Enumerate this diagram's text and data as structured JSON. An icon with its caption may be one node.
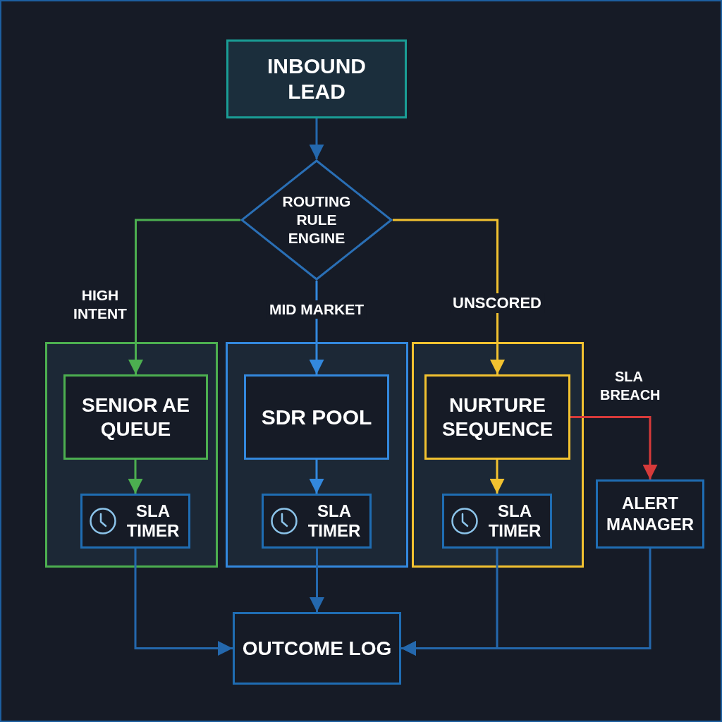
{
  "diagram": {
    "nodes": [
      {
        "text": [
          "INBOUND LEAD"
        ]
      },
      {
        "text": [
          "ROUTING RULE ENGINE"
        ]
      },
      {
        "text": [],
        "shape": "box"
      },
      {
        "text": [
          "SENIOR AE QUEUE"
        ],
        "in": 2
      },
      {
        "text": [
          "SLA TIMER"
        ],
        "in": 2
      },
      {
        "text": [],
        "shape": "box"
      },
      {
        "text": [
          "SDR POOL"
        ],
        "in": 5
      },
      {
        "text": [
          "SLA TIMER"
        ],
        "in": 5
      },
      {
        "text": [],
        "shape": "box"
      },
      {
        "text": [
          "NURTURE SEQUENCE"
        ],
        "in": 8
      },
      {
        "text": [
          "SLA TIMER"
        ],
        "in": 8
      },
      {
        "text": [
          "ALERT MANAGER"
        ]
      },
      {
        "text": [
          "OUTCOME LOG"
        ]
      }
    ],
    "edges": [
      {
        "from": 0,
        "to": 1,
        "arrow": "to"
      },
      {
        "from": 1,
        "to": 3,
        "arrow": "to",
        "label": "HIGH INTENT",
        "color": "#4caf50"
      },
      {
        "from": 1,
        "to": 6,
        "arrow": "to",
        "label": "MID MARKET",
        "color": "#3388dd"
      },
      {
        "from": 1,
        "to": 9,
        "arrow": "to",
        "label": "UNSCORED",
        "color": "#f2c230"
      },
      {
        "from": 3,
        "to": 4,
        "arrow": "to",
        "color": "#4caf50"
      },
      {
        "from": 6,
        "to": 7,
        "arrow": "to",
        "color": "#3388dd"
      },
      {
        "from": 9,
        "to": 10,
        "arrow": "to",
        "color": "#f2c230"
      },
      {
        "from": 9,
        "to": 11,
        "arrow": "to",
        "label": "SLA BREACH",
        "color": "#d63a3a"
      },
      {
        "from": 4,
        "to": 12,
        "arrow": "to"
      },
      {
        "from": 7,
        "to": 12,
        "arrow": "to"
      },
      {
        "from": 10,
        "to": 12,
        "arrow": "to"
      },
      {
        "from": 11,
        "to": 12,
        "arrow": "to"
      }
    ]
  }
}
